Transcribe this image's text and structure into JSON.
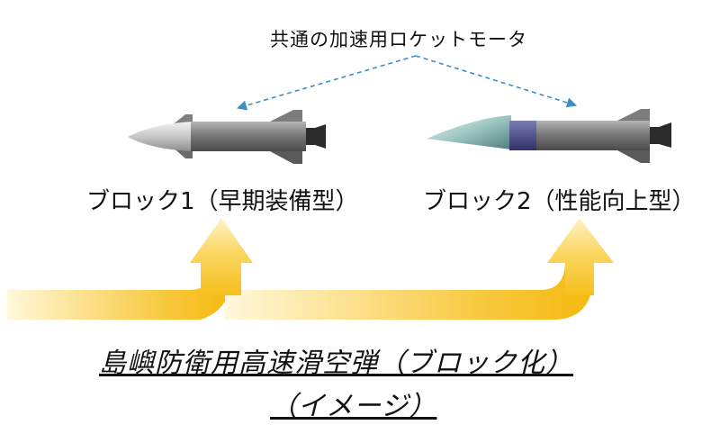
{
  "common_motor_label": "共通の加速用ロケットモータ",
  "block1": {
    "label": "ブロック1（早期装備型）"
  },
  "block2": {
    "label": "ブロック2（性能向上型）"
  },
  "title": {
    "line1": "島嶼防衛用高速滑空弾（ブロック化）",
    "line2": "（イメージ）"
  },
  "colors": {
    "arrow_yellow": "#f7c21a",
    "arrow_fade": "#fff6d8",
    "dashed_arrow": "#3a8fc4",
    "missile_body": "#7a7a7a",
    "glide_vehicle": "#8fb7b7",
    "block2_band": "#4d4f88"
  }
}
